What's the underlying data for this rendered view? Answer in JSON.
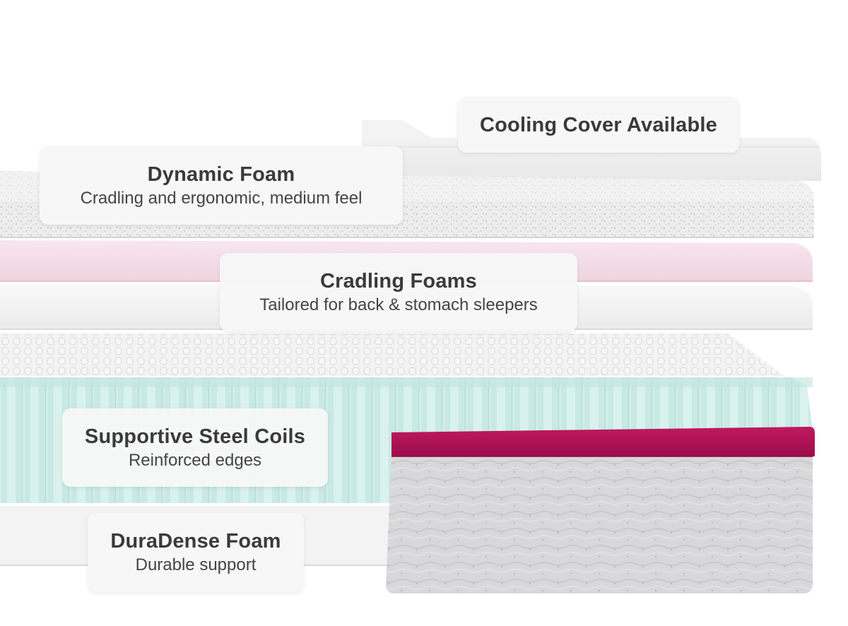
{
  "layers": {
    "cooling_cover": {
      "title": "Cooling Cover Available"
    },
    "dynamic_foam": {
      "title": "Dynamic Foam",
      "subtitle": "Cradling and ergonomic, medium feel"
    },
    "cradling_foams": {
      "title": "Cradling Foams",
      "subtitle": "Tailored for back & stomach sleepers"
    },
    "steel_coils": {
      "title": "Supportive Steel Coils",
      "subtitle": "Reinforced edges"
    },
    "duradense_foam": {
      "title": "DuraDense Foam",
      "subtitle": "Durable support"
    }
  },
  "colors": {
    "cover": "#eeeeee",
    "dynamic_foam": "#ececec",
    "cradling_pink": "#f3dde6",
    "white_foam": "#f4f5f5",
    "coil_top": "#f2f2f2",
    "coil_mint": "#cdece8",
    "border_band": "#a8104f",
    "knit_grey": "#d7d7d9",
    "label_text": "#3a3a3a"
  }
}
